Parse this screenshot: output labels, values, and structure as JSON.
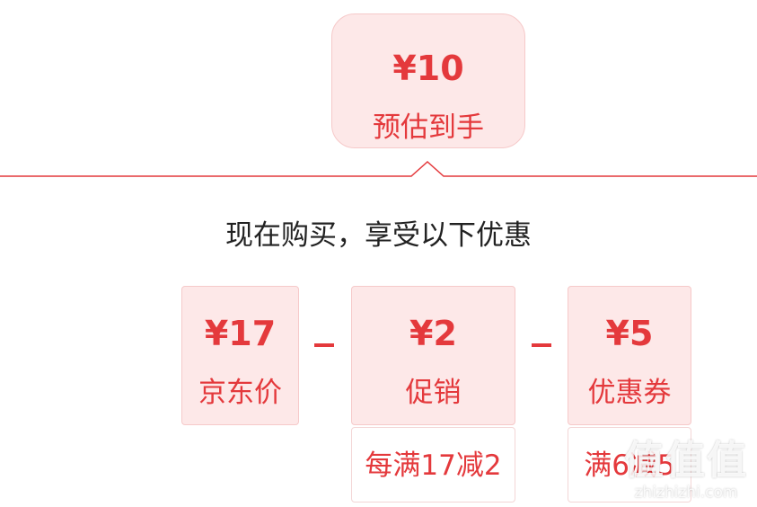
{
  "estimate": {
    "price": "¥10",
    "label": "预估到手"
  },
  "headline": "现在购买，享受以下优惠",
  "breakdown": [
    {
      "price": "¥17",
      "label": "京东价"
    },
    {
      "price": "¥2",
      "label": "促销",
      "detail": "每满17减2"
    },
    {
      "price": "¥5",
      "label": "优惠券",
      "detail": "满6减5"
    }
  ],
  "operator": "minus",
  "watermark": {
    "logo": "值值值",
    "url": "zhizhizhi.com"
  },
  "colors": {
    "accent": "#e4393c",
    "card_bg": "#fde8e8",
    "card_border": "#f6c9c9"
  }
}
